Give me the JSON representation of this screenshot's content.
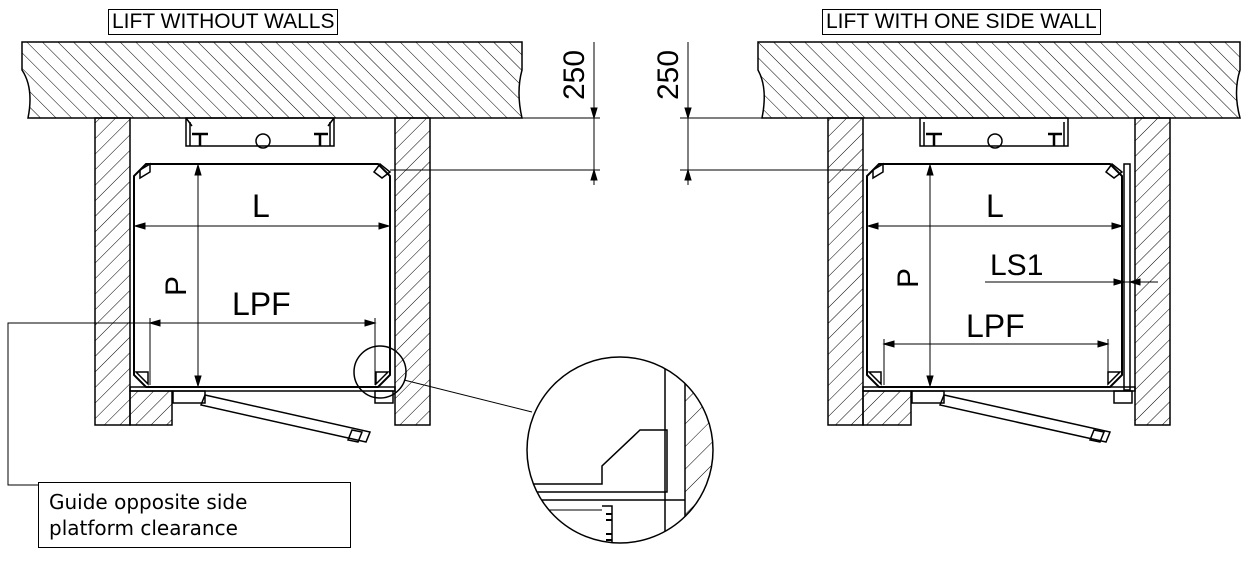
{
  "titles": {
    "left": "LIFT WITHOUT WALLS",
    "right": "LIFT WITH ONE SIDE WALL"
  },
  "dimensions": {
    "overhead_left": "250",
    "overhead_right": "250",
    "left_length": "L",
    "left_depth": "P",
    "left_platform_width": "LPF",
    "right_length": "L",
    "right_depth": "P",
    "right_side_clearance": "LS1",
    "right_platform_width": "LPF"
  },
  "note": {
    "line1": "Guide opposite side",
    "line2": "platform clearance"
  },
  "colors": {
    "line": "#000000",
    "background": "#ffffff"
  }
}
